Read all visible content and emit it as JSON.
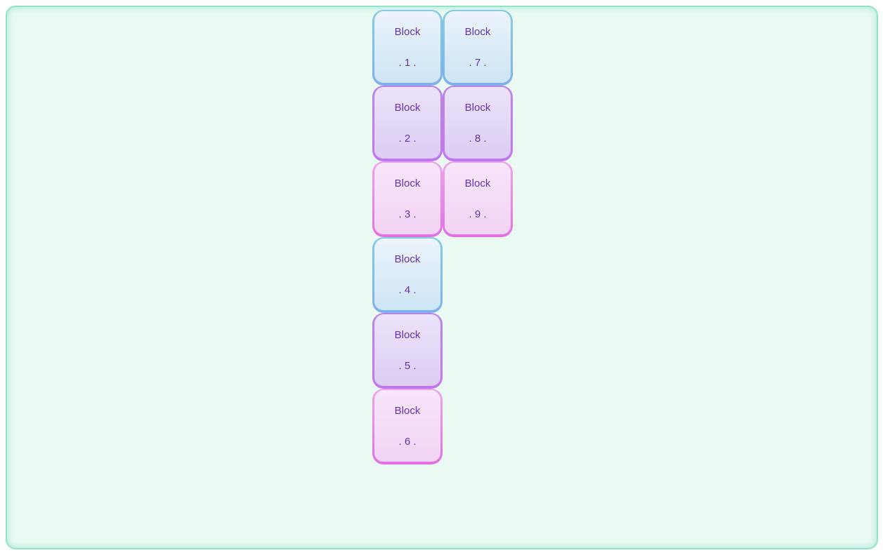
{
  "panel": {
    "background_color": "#eafaf2",
    "border_color": "#93e2ca"
  },
  "text_color": "#6633a6",
  "variants": {
    "blue": {
      "fill_top": "#ecf3fb",
      "fill_bottom": "#cde5f5",
      "border_top": "#85cde2",
      "border_bottom": "#7fb0ee"
    },
    "purple": {
      "fill_top": "#ece3fa",
      "fill_bottom": "#dccdf4",
      "border_top": "#bb88e8",
      "border_bottom": "#c276ee"
    },
    "pink": {
      "fill_top": "#f8e6fa",
      "fill_bottom": "#f2d3f5",
      "border_top": "#eca5ea",
      "border_bottom": "#e271e2"
    }
  },
  "blocks": [
    {
      "label": "Block",
      "number": ". 1 .",
      "variant": "blue",
      "column": 1
    },
    {
      "label": "Block",
      "number": ". 2 .",
      "variant": "purple",
      "column": 1
    },
    {
      "label": "Block",
      "number": ". 3 .",
      "variant": "pink",
      "column": 1
    },
    {
      "label": "Block",
      "number": ". 4 .",
      "variant": "blue",
      "column": 1
    },
    {
      "label": "Block",
      "number": ". 5 .",
      "variant": "purple",
      "column": 1
    },
    {
      "label": "Block",
      "number": ". 6 .",
      "variant": "pink",
      "column": 1
    },
    {
      "label": "Block",
      "number": ". 7 .",
      "variant": "blue",
      "column": 2
    },
    {
      "label": "Block",
      "number": ". 8 .",
      "variant": "purple",
      "column": 2
    },
    {
      "label": "Block",
      "number": ". 9 .",
      "variant": "pink",
      "column": 2
    }
  ]
}
